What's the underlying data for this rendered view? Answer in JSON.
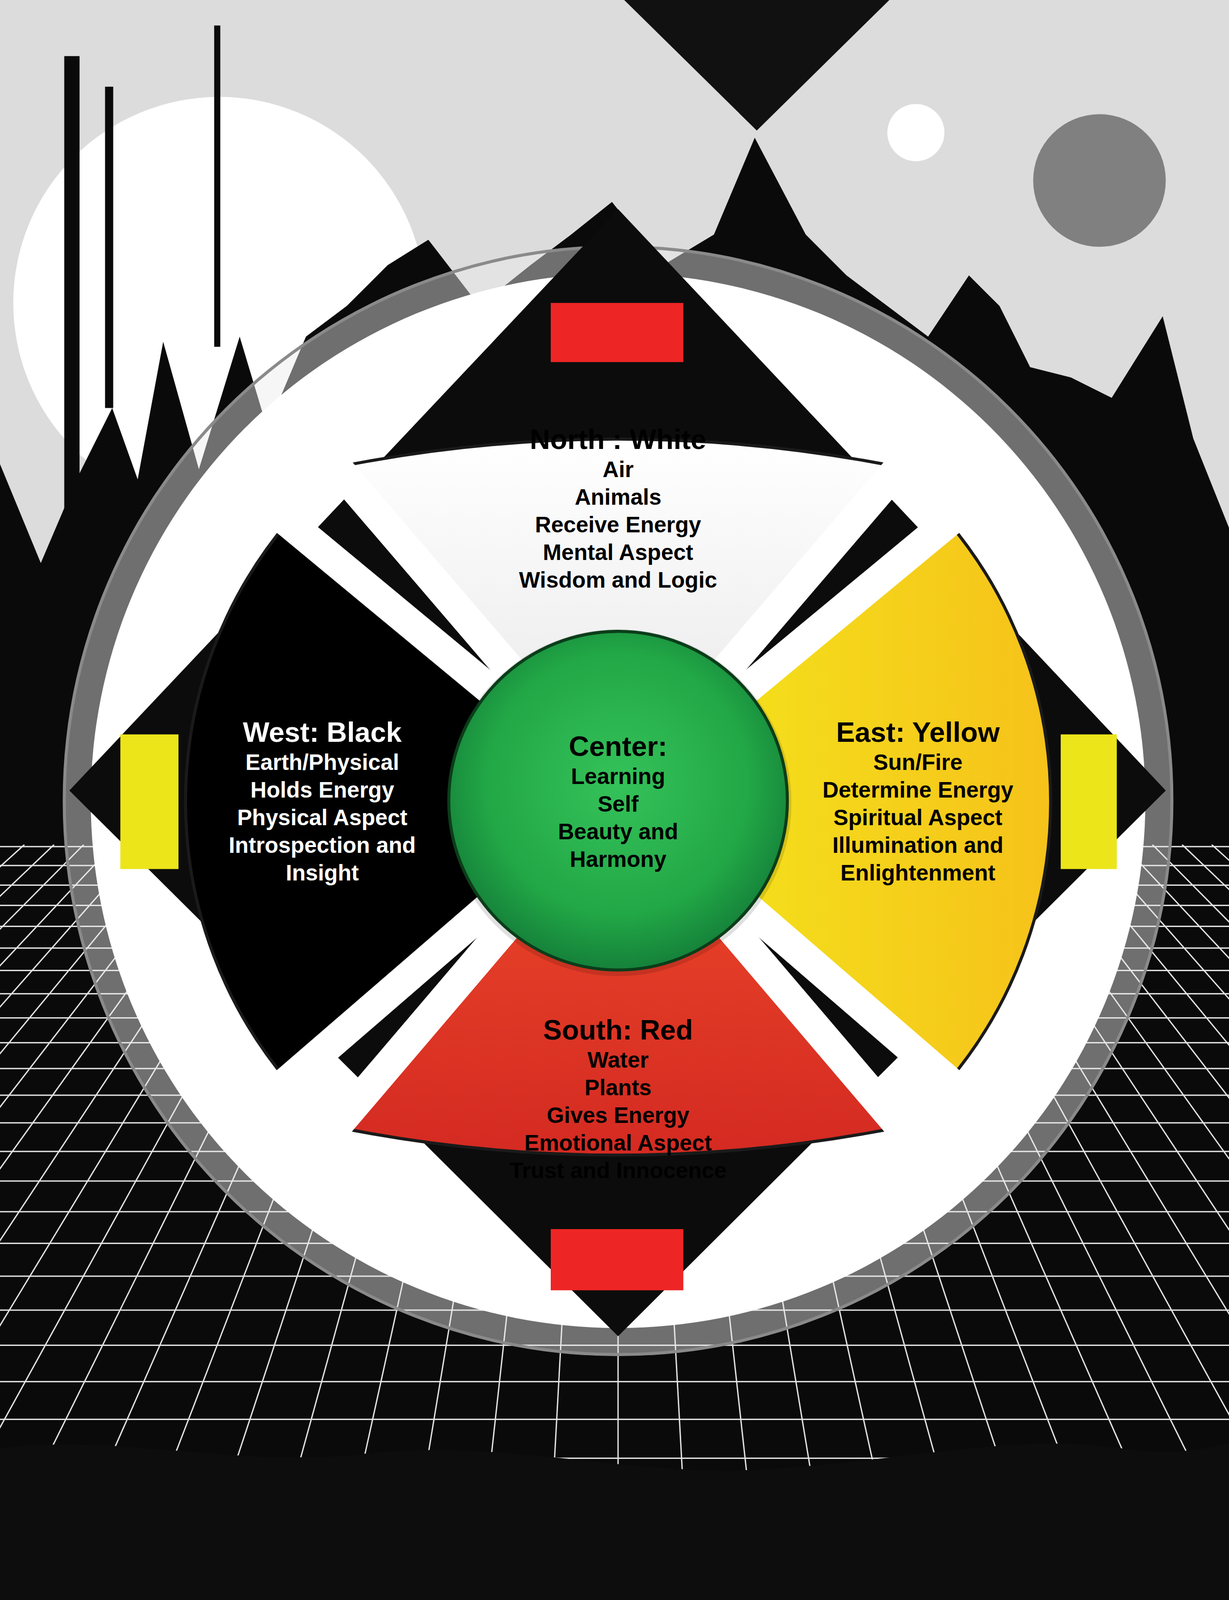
{
  "diagram": {
    "nodes": [
      {
        "text": [
          "North : White",
          "Air",
          "Animals",
          "Receive Energy",
          "Mental Aspect",
          "Wisdom and Logic"
        ]
      },
      {
        "text": [
          "West: Black",
          "Earth/Physical",
          "Holds Energy",
          "Physical Aspect",
          "Introspection and Insight"
        ]
      },
      {
        "text": [
          "Center:",
          "Learning",
          "Self",
          "Beauty and Harmony"
        ]
      },
      {
        "text": [
          "East: Yellow",
          "Sun/Fire",
          "Determine Energy",
          "Spiritual Aspect",
          "Illumination and Enlightenment"
        ]
      },
      {
        "text": [
          "South: Red",
          "Water",
          "Plants",
          "Gives Energy",
          "Emotional Aspect",
          "Trust and Innocence"
        ]
      }
    ]
  }
}
